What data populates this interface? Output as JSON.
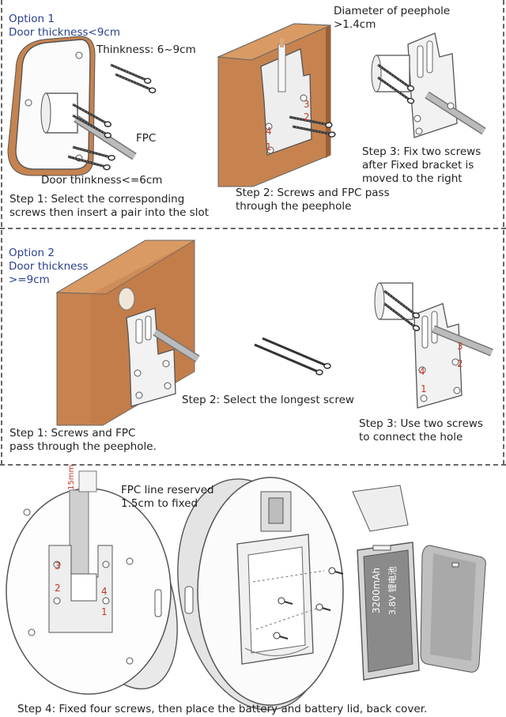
{
  "option1": {
    "title": "Option 1",
    "door_thickness": "Door thickness<9cm",
    "thinkness": "Thinkness: 6~9cm",
    "fpc": "FPC",
    "door_thinkness_small": "Door thinkness<=6cm",
    "diameter": "Diameter of peephole",
    "diameter_value": ">1.4cm",
    "step1": [
      "Step 1: Select the corresponding",
      "screws then insert a pair into the slot"
    ],
    "step2": [
      "Step 2: Screws and FPC pass",
      "through the peephole"
    ],
    "step3": [
      "Step 3: Fix two screws",
      "after Fixed bracket is",
      "moved to the right"
    ],
    "hole_labels": [
      "1",
      "4",
      "3",
      "2"
    ]
  },
  "option2": {
    "title": "Option 2",
    "door_thickness": [
      "Door thickness",
      ">=9cm"
    ],
    "step1": [
      "Step 1: Screws and FPC",
      "pass through the peephole."
    ],
    "step2": "Step 2: Select the longest screw",
    "step3": [
      "Step 3: Use two screws",
      "to connect the hole"
    ],
    "hole_labels": [
      "3",
      "2",
      "4",
      "1"
    ]
  },
  "bottom": {
    "fpc_reserved": [
      "FPC line reserved",
      "1.5cm to fixed"
    ],
    "measure": "15mm",
    "hole_labels": [
      "3",
      "2",
      "4",
      "1"
    ],
    "battery_capacity": "3200mAh",
    "battery_voltage": "3.8V 锂电池",
    "step4": "Step 4: Fixed four screws, then place the battery and battery lid, back cover."
  },
  "colors": {
    "wood": "#c6834f",
    "wood_dark": "#9c5e33",
    "text_blue": "#2a3f8f",
    "label_red": "#c0392b",
    "line": "#444444"
  }
}
